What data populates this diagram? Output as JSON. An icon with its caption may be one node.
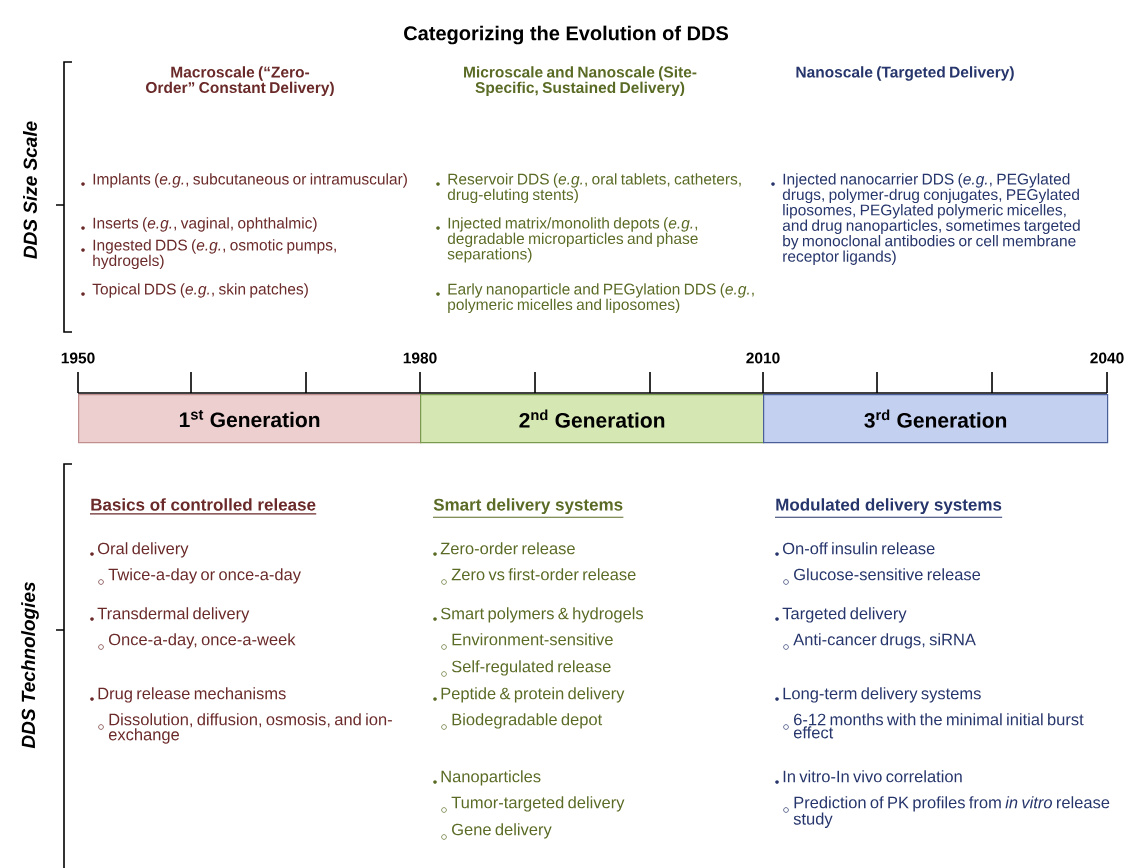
{
  "diagram": {
    "title": "Categorizing the Evolution of DDS",
    "nodes": [
      {
        "text": [
          "1$^{st}$ Generation"
        ]
      },
      {
        "text": [
          "2$^{nd}$ Generation"
        ]
      },
      {
        "text": [
          "3$^{rd}$ Generation"
        ]
      }
    ],
    "labels": [
      "DDS Size Scale",
      "Macroscale (“Zero-Order” Constant Delivery)",
      "Implants (*e.g.*, subcutaneous or intramuscular)",
      "Inserts (*e.g.*, vaginal, ophthalmic)",
      "Ingested DDS (*e.g.*, osmotic pumps, hydrogels)",
      "Topical DDS (*e.g.*, skin patches)",
      "Microscale and Nanoscale (Site-Specific, Sustained Delivery)",
      "Reservoir DDS (*e.g.*, oral tablets, catheters, drug-eluting stents)",
      "Injected matrix/monolith depots (*e.g.*, degradable microparticles and phase separations)",
      "Early nanoparticle and PEGylation DDS (*e.g.*, polymeric micelles and liposomes)",
      "Nanoscale (Targeted Delivery)",
      "Injected nanocarrier DDS (*e.g.*, PEGylated drugs, polymer-drug conjugates, PEGylated liposomes, PEGylated polymeric micelles, and drug nanoparticles, sometimes targeted by monoclonal antibodies or cell membrane receptor ligands)",
      "1950",
      "1980",
      "2010",
      "2040",
      "DDS Technologies",
      "Basics of controlled release",
      "Oral delivery",
      "Twice-a-day or once-a-day",
      "Transdermal delivery",
      "Once-a-day, once-a-week",
      "Drug release mechanisms",
      "Dissolution, diffusion, osmosis, and ion-exchange",
      "Smart delivery systems",
      "Zero-order release",
      "Zero vs first-order release",
      "Smart polymers & hydrogels",
      "Environment-sensitive",
      "Self-regulated release",
      "Peptide & protein delivery",
      "Biodegradable depot",
      "Nanoparticles",
      "Tumor-targeted delivery",
      "Gene delivery",
      "Modulated delivery systems",
      "On-off insulin release",
      "Glucose-sensitive release",
      "Targeted delivery",
      "Anti-cancer drugs, siRNA",
      "Long-term delivery systems",
      "6-12 months with the minimal initial burst effect",
      "In vitro-In vivo correlation",
      "Prediction of PK profiles from *in vitro* release study"
    ]
  }
}
